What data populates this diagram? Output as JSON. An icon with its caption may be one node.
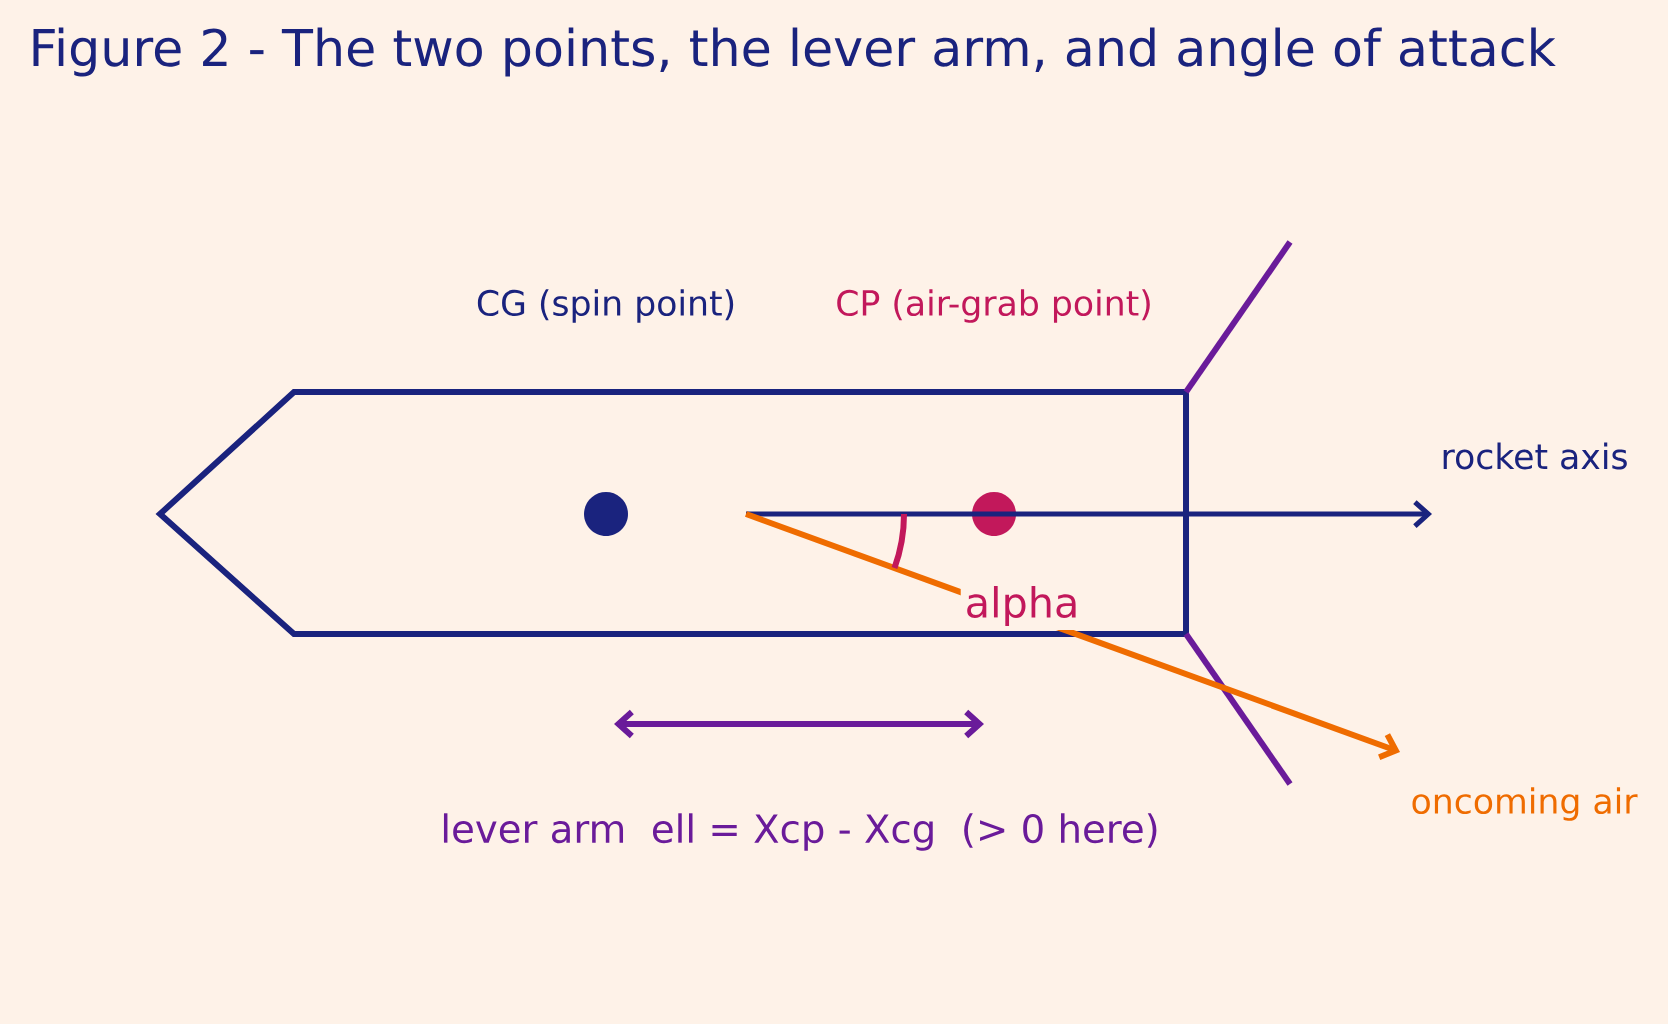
{
  "diagram": {
    "title": "Figure 2 - The two points, the lever arm, and angle of attack",
    "labels": [
      "CG (spin point)",
      "CP (air-grab point)",
      "rocket axis",
      "alpha",
      "lever arm  ell = Xcp - Xcg  (> 0 here)",
      "oncoming air"
    ]
  }
}
